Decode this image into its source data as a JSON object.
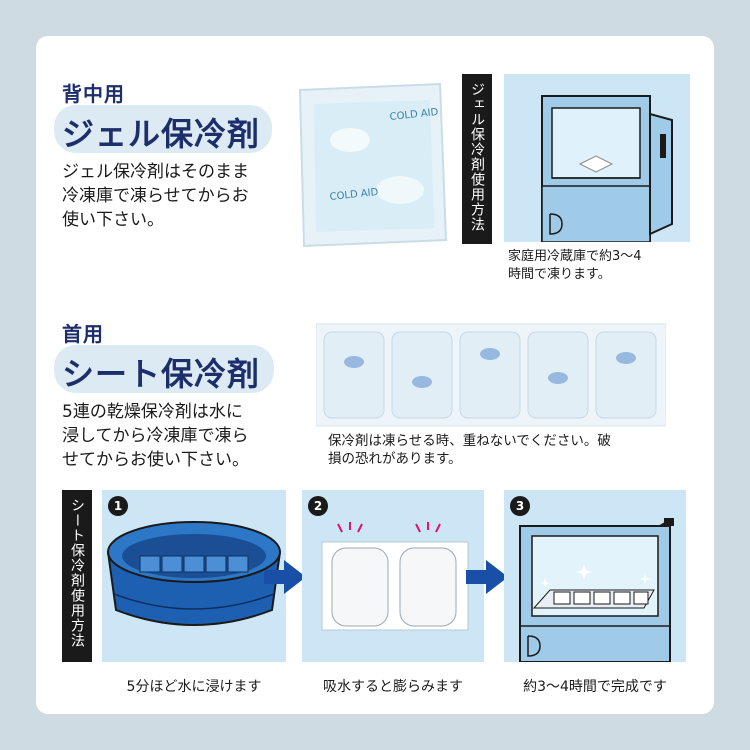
{
  "gel_section": {
    "subtitle": "背中用",
    "title": "ジェル保冷剤",
    "description_lines": [
      "ジェル保冷剤はそのまま",
      "冷凍庫で凍らせてからお",
      "使い下さい。"
    ],
    "method_label": "ジェル保冷剤使用方法",
    "freezer_note_lines": [
      "家庭用冷蔵庫で約3～4",
      "時間で凍ります。"
    ]
  },
  "sheet_section": {
    "subtitle": "首用",
    "title": "シート保冷剤",
    "description_lines": [
      "5連の乾燥保冷剤は水に",
      "浸してから冷凍庫で凍ら",
      "せてからお使い下さい。"
    ],
    "warning_lines": [
      "保冷剤は凍らせる時、重ねないでください。破",
      "損の恐れがあります。"
    ],
    "method_label": "シート保冷剤使用方法"
  },
  "steps": [
    {
      "number": "1",
      "caption": "5分ほど水に浸けます"
    },
    {
      "number": "2",
      "caption": "吸水すると膨らみます"
    },
    {
      "number": "3",
      "caption": "約3～4時間で完成です"
    }
  ],
  "colors": {
    "navy": "#1d2e6b",
    "pill": "#dceaf4",
    "panel": "#cce6f6",
    "arrow": "#1a4fa8",
    "background": "#cfdbe2"
  }
}
